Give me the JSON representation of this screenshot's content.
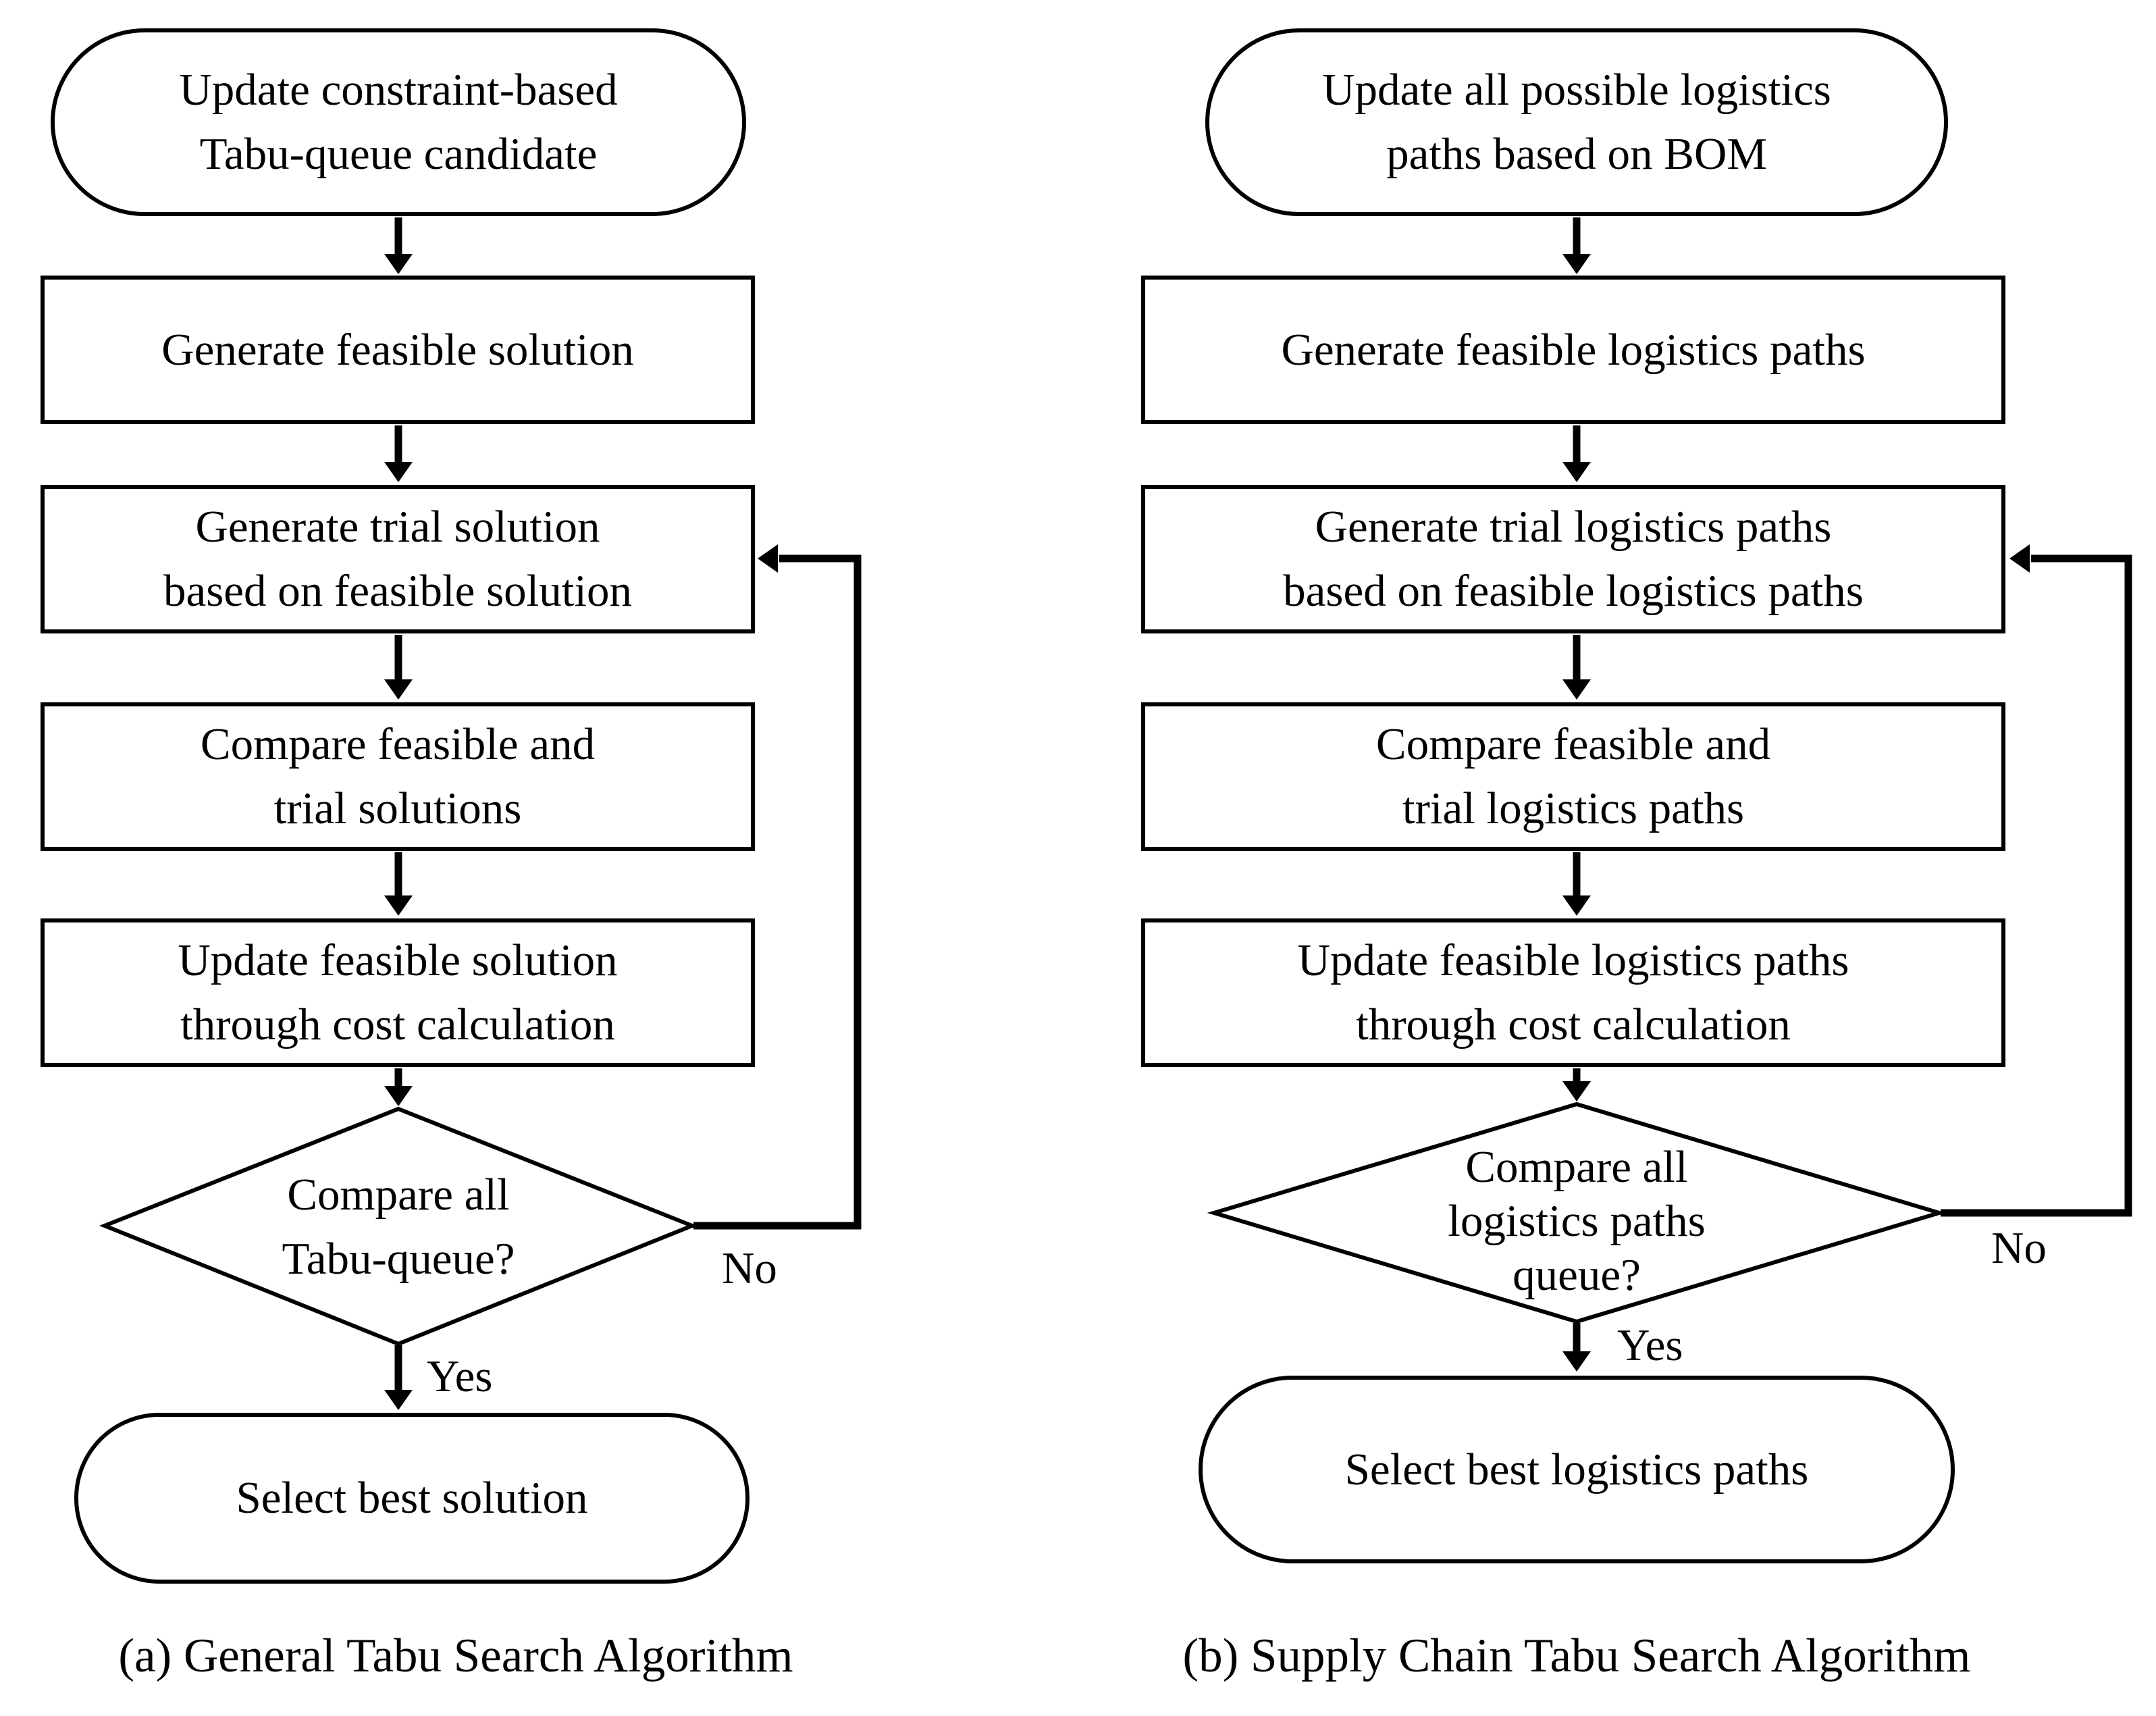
{
  "colors": {
    "background": "#ffffff",
    "stroke": "#000000",
    "text": "#000000"
  },
  "chart_a": {
    "caption": "(a) General Tabu Search Algorithm",
    "start": {
      "line1": "Update constraint-based",
      "line2": "Tabu-queue candidate"
    },
    "generate_feasible": {
      "line1": "Generate feasible solution"
    },
    "generate_trial": {
      "line1": "Generate trial solution",
      "line2": "based on feasible solution"
    },
    "compare": {
      "line1": "Compare feasible and",
      "line2": "trial solutions"
    },
    "update_feasible": {
      "line1": "Update feasible solution",
      "line2": "through cost calculation"
    },
    "decision": {
      "line1": "Compare all",
      "line2": "Tabu-queue?"
    },
    "end": {
      "line1": "Select best solution"
    },
    "yes_label": "Yes",
    "no_label": "No"
  },
  "chart_b": {
    "caption": "(b) Supply Chain Tabu Search Algorithm",
    "start": {
      "line1": "Update all possible logistics",
      "line2": "paths based on BOM"
    },
    "generate_feasible": {
      "line1": "Generate feasible logistics paths"
    },
    "generate_trial": {
      "line1": "Generate trial logistics paths",
      "line2": "based on feasible logistics paths"
    },
    "compare": {
      "line1": "Compare feasible and",
      "line2": "trial logistics paths"
    },
    "update_feasible": {
      "line1": "Update feasible logistics paths",
      "line2": "through cost calculation"
    },
    "decision": {
      "line1": "Compare all",
      "line2": "logistics paths",
      "line3": "queue?"
    },
    "end": {
      "line1": "Select best logistics paths"
    },
    "yes_label": "Yes",
    "no_label": "No"
  }
}
